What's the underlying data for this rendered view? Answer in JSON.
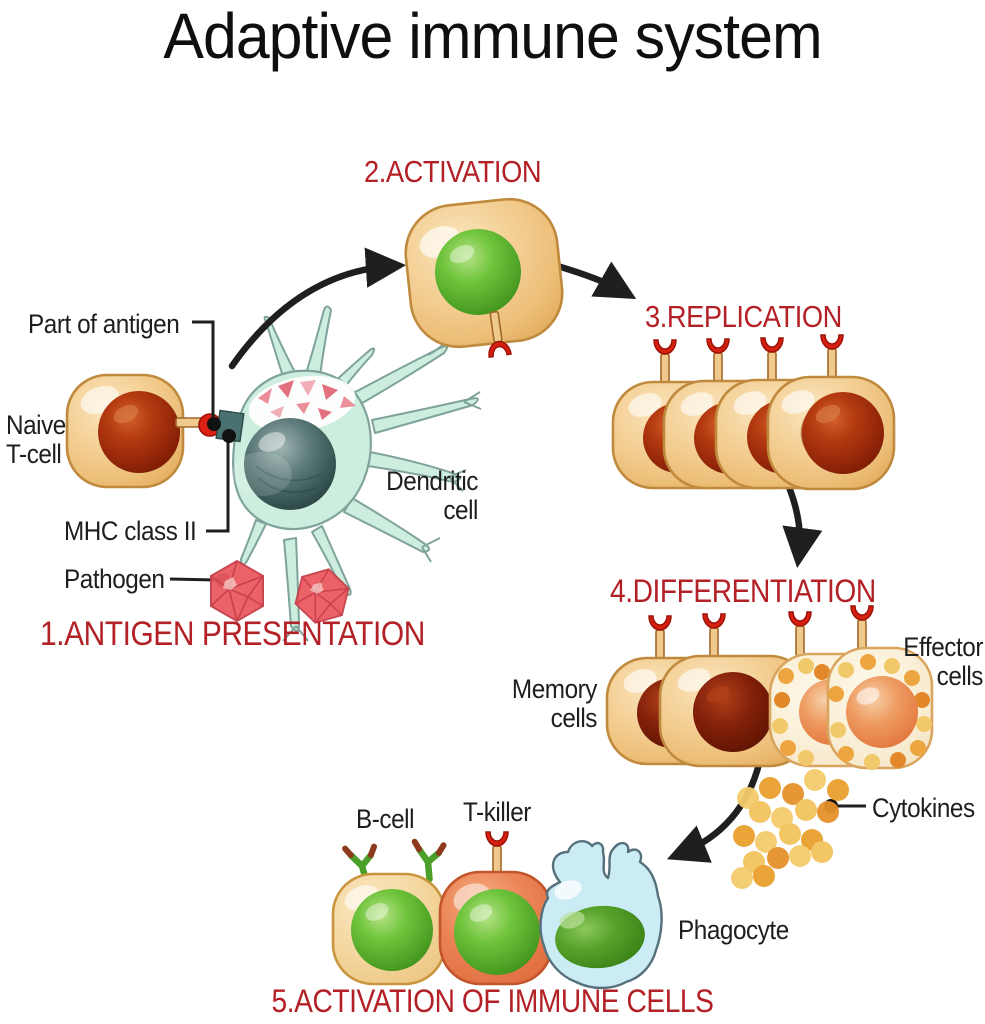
{
  "title": "Adaptive immune system",
  "steps": {
    "s1": "1.ANTIGEN PRESENTATION",
    "s2": "2.ACTIVATION",
    "s3": "3.REPLICATION",
    "s4": "4.DIFFERENTIATION",
    "s5": "5.ACTIVATION OF IMMUNE CELLS"
  },
  "labels": {
    "part_of_antigen": "Part of antigen",
    "naive_t_cell": "Naive\nT-cell",
    "mhc_class_ii": "MHC class II",
    "pathogen": "Pathogen",
    "dendritic_cell": "Dendritic\ncell",
    "memory_cells": "Memory\ncells",
    "effector_cells": "Effector\ncells",
    "cytokines": "Cytokines",
    "b_cell": "B-cell",
    "t_killer": "T-killer",
    "phagocyte": "Phagocyte"
  },
  "colors": {
    "title": "#0f0f0f",
    "heading": "#b32026",
    "label": "#1e1e1e",
    "arrow": "#1f1f1f",
    "cell_body_tan": "#f4d096",
    "cell_outline": "#c08a3e",
    "nucleus_red": "#9a2b08",
    "nucleus_memory": "#6e1804",
    "nucleus_green": "#5ab32e",
    "nucleus_effector": "#e2753c",
    "dendritic_fill": "#cdeede",
    "dendritic_nucleus": "#33514f",
    "pathogen_red": "#e9565c",
    "effector_vesicle": "#eda63f",
    "cytokine_yellow": "#f4cc6c",
    "t_killer_body": "#eb8556",
    "phagocyte_fill": "#cbecf5",
    "receptor_tip_red": "#d7200f",
    "antibody_green": "#4aa028"
  }
}
